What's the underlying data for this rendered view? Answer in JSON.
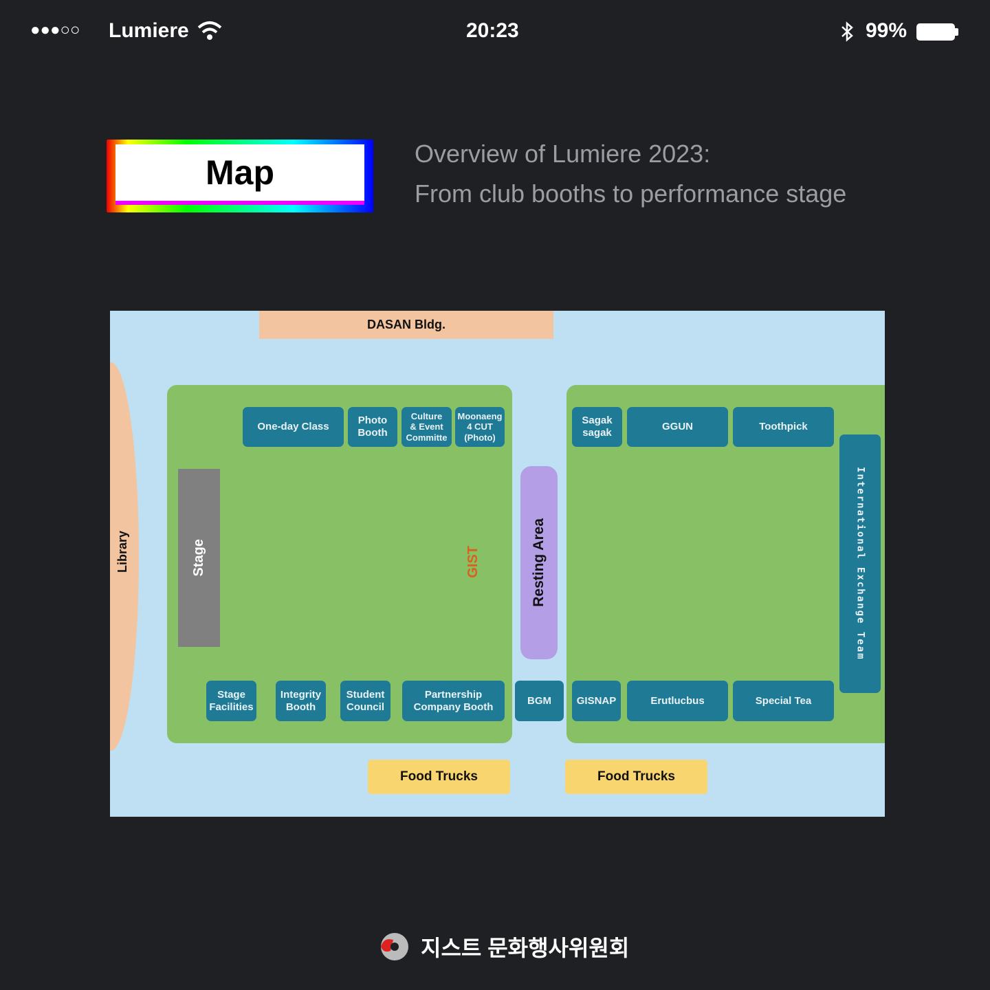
{
  "status_bar": {
    "carrier": "Lumiere",
    "time": "20:23",
    "battery": "99%",
    "signal_dots": "●●●○○"
  },
  "header": {
    "title": "Map",
    "subtitle_line1": "Overview of Lumiere 2023:",
    "subtitle_line2": "From club booths to performance stage"
  },
  "map": {
    "dasan": "DASAN Bldg.",
    "library": "Library",
    "stage": "Stage",
    "resting": "Resting Area",
    "gist": "GIST",
    "top_left": [
      "One-day Class",
      "Photo\nBooth",
      "Culture\n& Event\nCommitte",
      "Moonaeng\n4 CUT\n(Photo)"
    ],
    "top_right": [
      "Sagak\nsagak",
      "GGUN",
      "Toothpick"
    ],
    "bottom": [
      "Stage\nFacilities",
      "Integrity\nBooth",
      "Student\nCouncil",
      "Partnership\nCompany Booth",
      "BGM",
      "GISNAP",
      "Erutlucbus",
      "Special Tea"
    ],
    "international": "International Exchange Team",
    "food_trucks": [
      "Food Trucks",
      "Food Trucks"
    ]
  },
  "footer": {
    "org": "지스트 문화행사위원회"
  }
}
